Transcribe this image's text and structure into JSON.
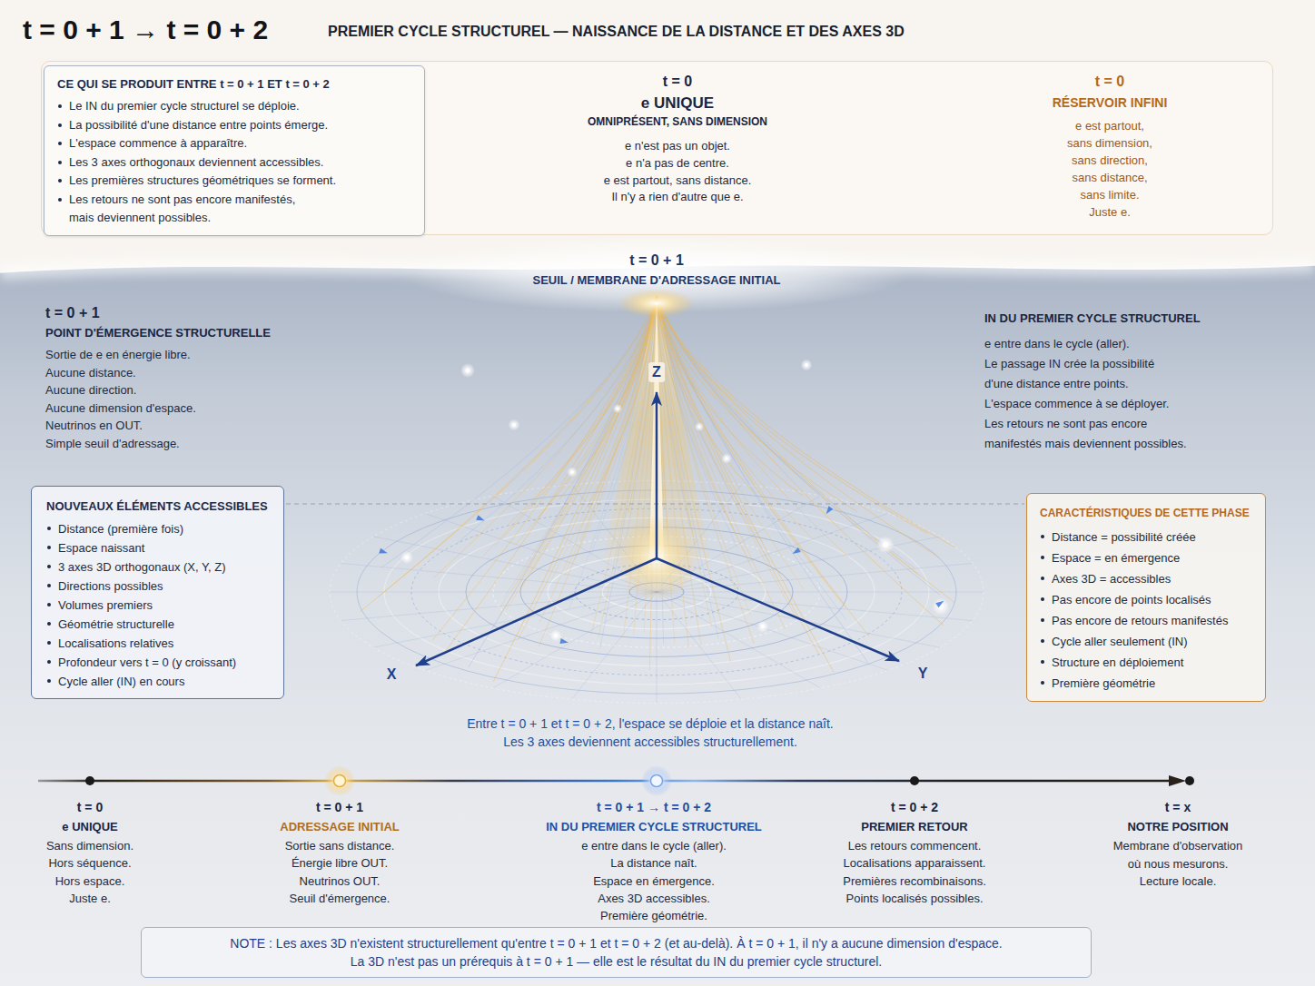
{
  "diagram": {
    "title": "t = 0 + 1 → t = 0 + 2",
    "nodes": [
      {
        "text": [
          "t = 0",
          "e UNIQUE",
          "OMNIPRÉSENT, SANS DIMENSION",
          "e n'est pas un objet.",
          "e n'a pas de centre.",
          "e est partout, sans distance.",
          "Il n'y a rien d'autre que e.",
          "t = 0",
          "RÉSERVOIR INFINI",
          "e est partout, sans dimension, sans direction, sans distance, sans limite. Juste e."
        ]
      },
      {
        "text": [
          "CE QUI SE PRODUIT ENTRE t = 0 + 1 ET t = 0 + 2",
          "Le IN du premier cycle structurel se déploie.",
          "La possibilité d'une distance entre points émerge.",
          "L'espace commence à apparaître.",
          "Les 3 axes orthogonaux deviennent accessibles.",
          "Les premières structures géométriques se forment.",
          "Les retours ne sont pas encore manifestés, mais deviennent possibles."
        ],
        "in": 0
      },
      {
        "text": [
          "NOUVEAUX ÉLÉMENTS ACCESSIBLES",
          "Distance (première fois)",
          "Espace naissant",
          "3 axes 3D orthogonaux (X, Y, Z)",
          "Directions possibles",
          "Volumes premiers",
          "Géométrie structurelle",
          "Localisations relatives",
          "Profondeur vers t = 0 (y croissant)",
          "Cycle aller (IN) en cours"
        ]
      },
      {
        "text": [
          "CARACTÉRISTIQUES DE CETTE PHASE",
          "Distance = possibilité créée",
          "Espace = en émergence",
          "Axes 3D = accessibles",
          "Pas encore de points localisés",
          "Pas encore de retours manifestés",
          "Cycle aller seulement (IN)",
          "Structure en déploiement",
          "Première géométrie"
        ]
      },
      {
        "text": [
          "NOTE : Les axes 3D n'existent structurellement qu'entre t = 0 + 1 et t = 0 + 2 (et au-delà). À t = 0 + 1, il n'y a aucune dimension d'espace.",
          "La 3D n'est pas un prérequis à t = 0 + 1 — elle est le résultat du IN du premier cycle structurel."
        ]
      }
    ],
    "labels": [
      "PREMIER CYCLE STRUCTUREL — NAISSANCE DE LA DISTANCE ET DES AXES 3D",
      "t = 0 + 1",
      "SEUIL / MEMBRANE D'ADRESSAGE INITIAL",
      "t = 0 + 1",
      "POINT D'ÉMERGENCE STRUCTURELLE",
      "Sortie de e en énergie libre.",
      "Aucune distance.",
      "Aucune direction.",
      "Aucune dimension d'espace.",
      "Neutrinos en OUT.",
      "Simple seuil d'adressage.",
      "IN DU PREMIER CYCLE STRUCTUREL",
      "e entre dans le cycle (aller).",
      "Le passage IN crée la possibilité d'une distance entre points.",
      "L'espace commence à se déployer.",
      "Les retours ne sont pas encore manifestés mais deviennent possibles.",
      "Z",
      "X",
      "Y",
      "Entre t = 0 + 1 et t = 0 + 2, l'espace se déploie et la distance naît.",
      "Les 3 axes deviennent accessibles structurellement.",
      "t = 0",
      "e UNIQUE",
      "Sans dimension.",
      "Hors séquence.",
      "Hors espace.",
      "Juste e.",
      "t = 0 + 1",
      "ADRESSAGE INITIAL",
      "Sortie sans distance.",
      "Énergie libre OUT.",
      "Neutrinos OUT.",
      "Seuil d'émergence.",
      "t = 0 + 1 → t = 0 + 2",
      "IN DU PREMIER CYCLE STRUCTUREL",
      "e entre dans le cycle (aller).",
      "La distance naît.",
      "Espace en émergence.",
      "Axes 3D accessibles.",
      "Première géométrie.",
      "t = 0 + 2",
      "PREMIER RETOUR",
      "Les retours commencent.",
      "Localisations apparaissent.",
      "Premières recombinaisons.",
      "Points localisés possibles.",
      "t = x",
      "NOTRE POSITION",
      "Membrane d'observation où nous mesurons.",
      "Lecture locale."
    ]
  }
}
